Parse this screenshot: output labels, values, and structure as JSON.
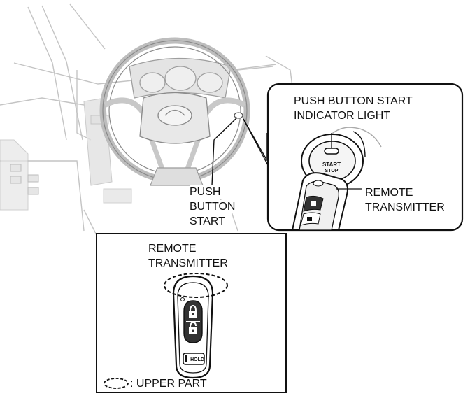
{
  "callouts": {
    "push_button_start_line1": "PUSH",
    "push_button_start_line2": "BUTTON",
    "push_button_start_line3": "START",
    "indicator_line1": "PUSH BUTTON START",
    "indicator_line2": "INDICATOR LIGHT",
    "remote_inset_line1": "REMOTE",
    "remote_inset_line2": "TRANSMITTER",
    "remote_box_line1": "REMOTE",
    "remote_box_line2": "TRANSMITTER"
  },
  "button_text": {
    "start": "START",
    "stop": "STOP",
    "hold": "HOLD"
  },
  "legend": {
    "upper_part": ": UPPER PART"
  }
}
